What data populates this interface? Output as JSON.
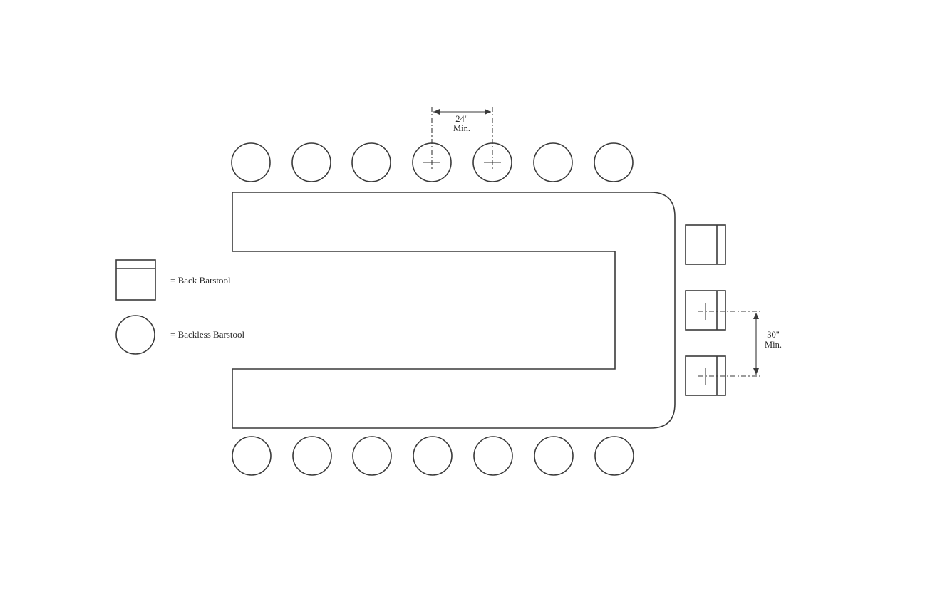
{
  "legend": {
    "back_barstool_label": "= Back Barstool",
    "backless_barstool_label": "= Backless Barstool"
  },
  "dimensions": {
    "stool_spacing_value": "24\"",
    "stool_spacing_note": "Min.",
    "back_stool_spacing_value": "30\"",
    "back_stool_spacing_note": "Min."
  },
  "colors": {
    "line": "#3a3a3a",
    "background": "#ffffff"
  }
}
